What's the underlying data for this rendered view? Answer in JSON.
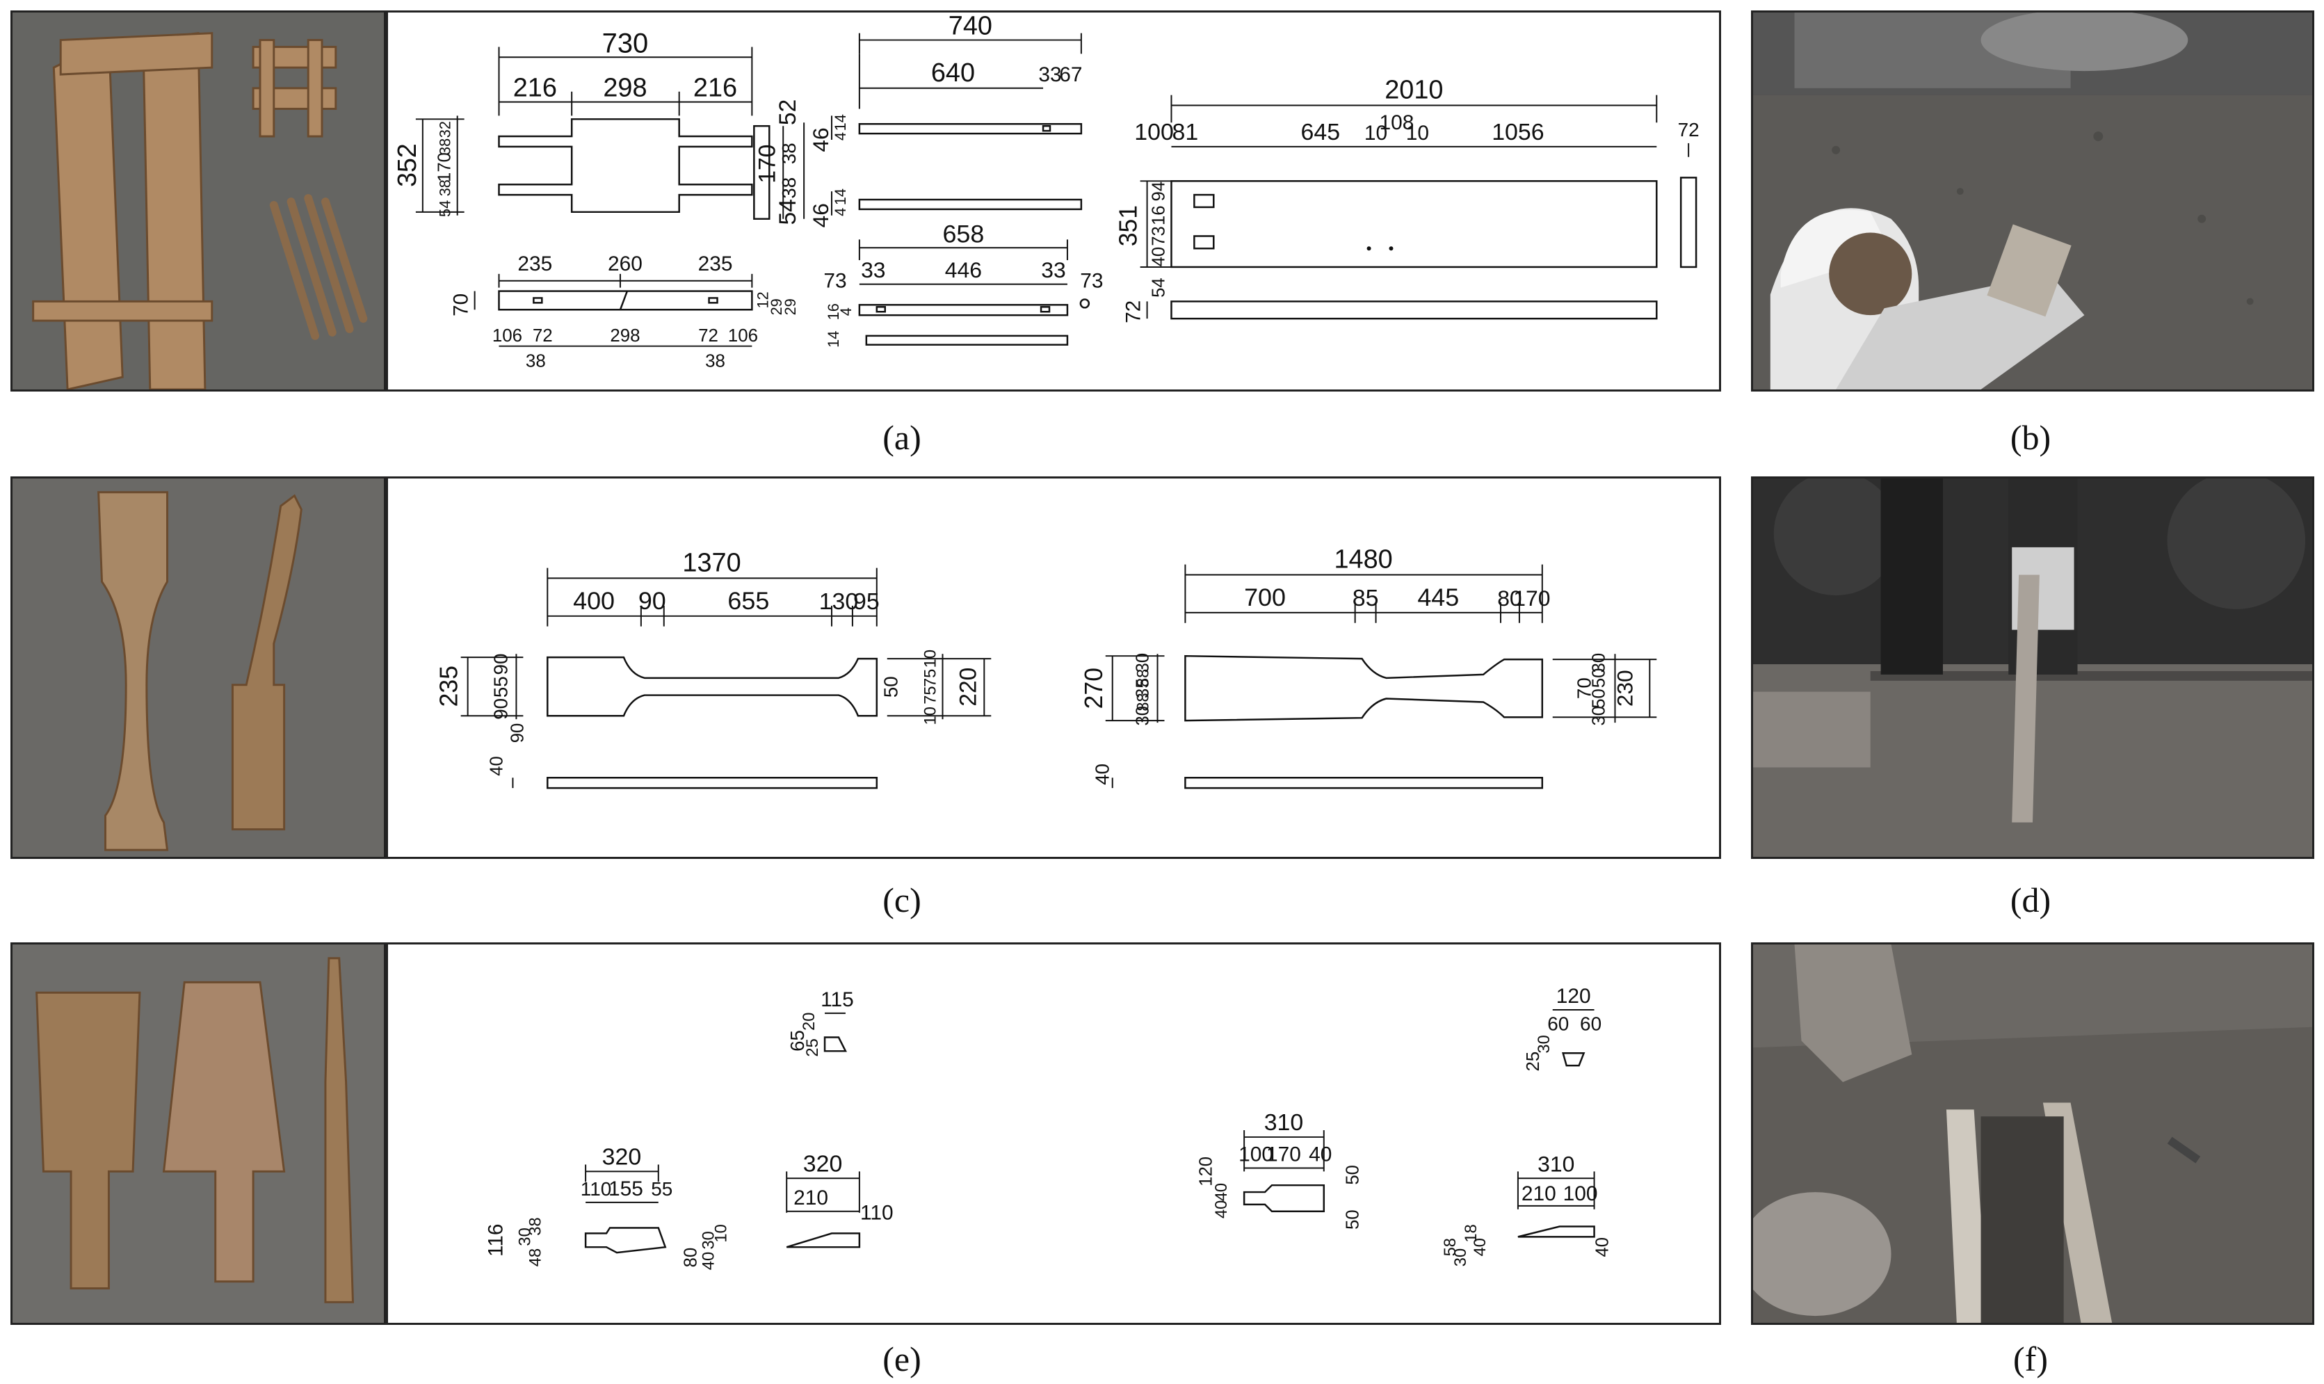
{
  "captions": {
    "a": "(a)",
    "b": "(b)",
    "c": "(c)",
    "d": "(d)",
    "e": "(e)",
    "f": "(f)"
  },
  "photos": {
    "a_left": "wooden formwork frame with clamps and rods",
    "b_right": "worker in hard hat smoothing rammed earth wall",
    "c_left": "two wooden paddle rammers",
    "d_right": "workers standing on formwork with paddle rammer",
    "e_left": "two wooden trowel paddles and a slender rammer",
    "f_right": "worker filling formwork with earth"
  },
  "drawing_a": {
    "d1": {
      "total": "730",
      "parts": [
        "216",
        "298",
        "216"
      ],
      "left_total": "352",
      "left_parts": [
        "32",
        "38",
        "170",
        "38",
        "54"
      ],
      "right_top": "38",
      "right_52": "52",
      "right_170": "170",
      "right_54": "54",
      "right_38": "38"
    },
    "d1_bottom": {
      "parts": [
        "235",
        "260",
        "235"
      ],
      "height": "70",
      "right": [
        "12",
        "29",
        "29"
      ],
      "low": [
        "106",
        "72",
        "298",
        "72",
        "106"
      ],
      "low_38_a": "38",
      "low_38_b": "38"
    },
    "d2": {
      "total": "740",
      "len": "640",
      "tip": "33",
      "tip2": "67",
      "h1": "46",
      "h1a": "14",
      "h1b": "4",
      "h2": "46",
      "h2a": "14",
      "h2b": "4"
    },
    "d2_bottom": {
      "total": "658",
      "parts": [
        "33",
        "446",
        "33"
      ],
      "side_l": "73",
      "side_r": "73",
      "h": [
        "16",
        "4",
        "14"
      ]
    },
    "d3": {
      "total": "2010",
      "parts": [
        "100",
        "81",
        "645",
        "10",
        "108",
        "10",
        "1056"
      ],
      "side": "72",
      "h": "351",
      "hp": [
        "94",
        "16",
        "73",
        "40"
      ],
      "bottom": [
        "54",
        "72"
      ]
    }
  },
  "drawing_c": {
    "left": {
      "total": "1370",
      "parts": [
        "400",
        "90",
        "655",
        "130",
        "95"
      ],
      "h": "235",
      "hp": [
        "90",
        "55",
        "90"
      ],
      "r": [
        "50",
        "10",
        "75",
        "75",
        "10"
      ],
      "r_total": "220",
      "thick": [
        "40",
        "90"
      ]
    },
    "right": {
      "total": "1480",
      "parts": [
        "700",
        "85",
        "445",
        "80",
        "170"
      ],
      "h": "270",
      "hp": [
        "30",
        "88",
        "35",
        "88",
        "30"
      ],
      "r": [
        "30",
        "50",
        "70",
        "50",
        "30"
      ],
      "r_total": "230",
      "thick": "40"
    }
  },
  "drawing_e": {
    "t1": {
      "w": "115",
      "h": [
        "20",
        "65",
        "25"
      ]
    },
    "t2": {
      "total": "320",
      "parts": [
        "110",
        "155",
        "55"
      ],
      "h": "116",
      "hp": [
        "38",
        "30",
        "48"
      ]
    },
    "t3": {
      "total": "320",
      "parts": [
        "210",
        "110"
      ],
      "h": [
        "80",
        "40",
        "30",
        "10"
      ]
    },
    "t4": {
      "total": "310",
      "parts": [
        "100",
        "170",
        "40"
      ],
      "h": [
        "120",
        "40",
        "40"
      ],
      "r": [
        "50",
        "50"
      ]
    },
    "t5": {
      "total": "120",
      "parts": [
        "60",
        "60"
      ],
      "h": [
        "30",
        "25"
      ]
    },
    "t6": {
      "total": "310",
      "parts": [
        "210",
        "100"
      ],
      "h": [
        "58",
        "18",
        "30",
        "40"
      ],
      "r": "40"
    }
  }
}
